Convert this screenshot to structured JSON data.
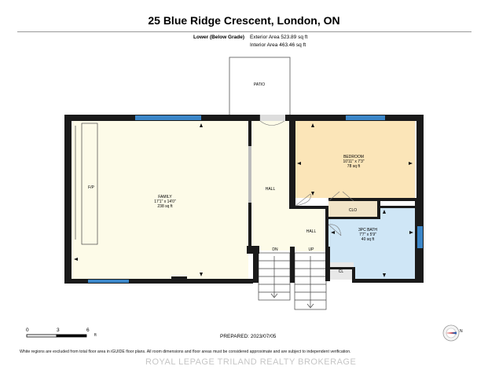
{
  "header": {
    "title": "25 Blue Ridge Crescent, London, ON",
    "level": "Lower (Below Grade)",
    "exterior_area": "Exterior Area 523.89 sq ft",
    "interior_area": "Interior Area 463.46 sq ft"
  },
  "rooms": {
    "patio": "PATIO",
    "family": {
      "name": "FAMILY",
      "dims": "17'1\" x 14'0\"",
      "area": "238 sq ft"
    },
    "fp": "F/P",
    "hall_upper": "HALL",
    "bedroom": {
      "name": "BEDROOM",
      "dims": "10'11\" x 7'3\"",
      "area": "78 sq ft"
    },
    "clo": "CLO",
    "hall_lower": "HALL",
    "bath": {
      "name": "3PC BATH",
      "dims": "7'7\" x 5'9\"",
      "area": "40 sq ft"
    },
    "cl": "CL",
    "dn": "DN",
    "up": "UP"
  },
  "scale": {
    "ticks": [
      "0",
      "3",
      "6"
    ],
    "unit": "ft"
  },
  "footer": {
    "prepared": "PREPARED: 2023/07/05",
    "disclaimer": "White regions are excluded from total floor area in iGUIDE floor plans. All room dimensions and floor areas must be considered approximate and are subject to independent verification.",
    "watermark": "ROYAL LEPAGE TRILAND REALTY BROKERAGE"
  },
  "compass": {
    "label": "N"
  },
  "colors": {
    "family_fill": "#fdfbe8",
    "bedroom_fill": "#fbe5b8",
    "bath_fill": "#cfe6f6",
    "window": "#3b86c8",
    "wall": "#1a1a1a"
  }
}
